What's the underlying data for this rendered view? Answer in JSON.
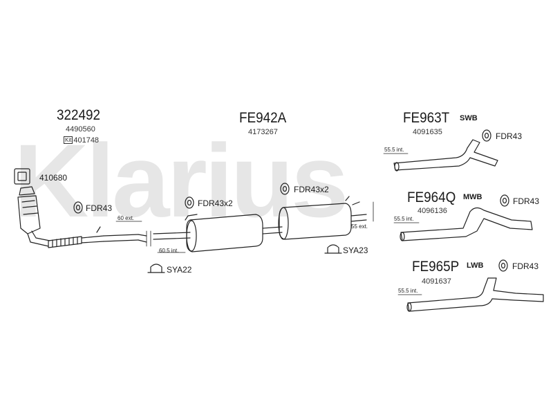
{
  "watermark": {
    "brand": "Klarius"
  },
  "parts": {
    "front": {
      "code": "322492",
      "ref": "4490560",
      "kit_prefix": "Kit",
      "kit_ref": "401748",
      "gasket": "410680"
    },
    "mid": {
      "code": "FE942A",
      "ref": "4173267"
    },
    "swb": {
      "code": "FE963T",
      "variant": "SWB",
      "ref": "4091635",
      "dim": "55.5 int.",
      "mount": "FDR43"
    },
    "mwb": {
      "code": "FE964Q",
      "variant": "MWB",
      "ref": "4096136",
      "dim": "55.5 int.",
      "mount": "FDR43"
    },
    "lwb": {
      "code": "FE965P",
      "variant": "LWB",
      "ref": "4091637",
      "dim": "55.5 int.",
      "mount": "FDR43"
    }
  },
  "hardware": {
    "fdr43_left": "FDR43",
    "fdr43x2_a": "FDR43x2",
    "fdr43x2_b": "FDR43x2",
    "sya22": "SYA22",
    "sya23": "SYA23"
  },
  "dimensions": {
    "d60": "60 ext.",
    "d605": "60.5 int.",
    "d55": "55 ext."
  },
  "colors": {
    "line": "#222222",
    "watermark": "#e6e6e6"
  }
}
